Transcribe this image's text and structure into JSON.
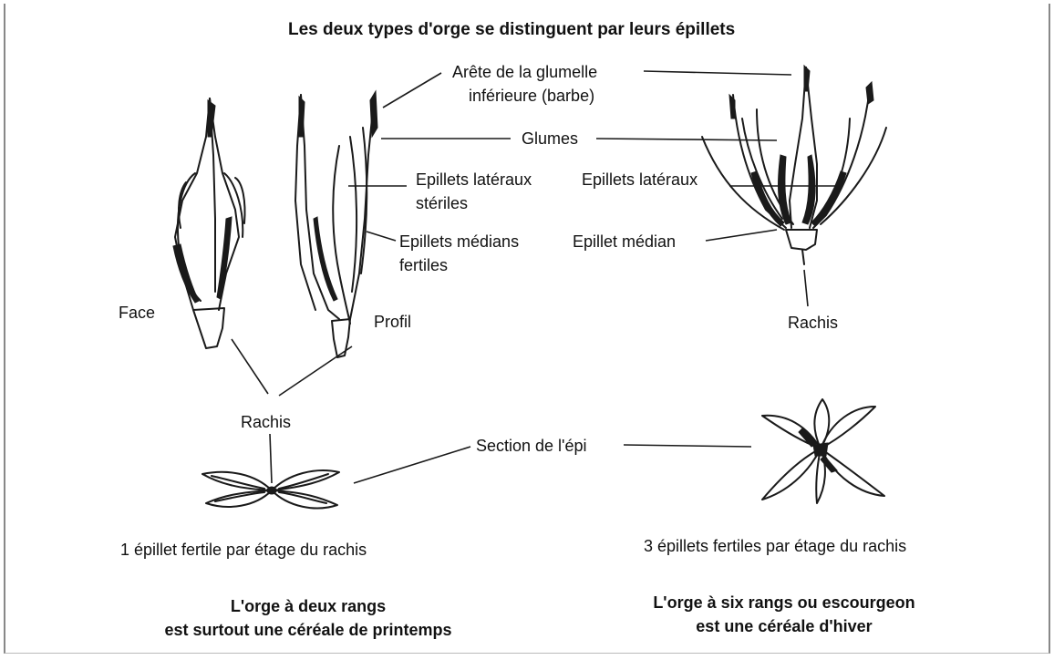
{
  "title": "Les deux types d'orge se distinguent par leurs épillets",
  "labels": {
    "arete_line1": "Arête de la glumelle",
    "arete_line2": "inférieure (barbe)",
    "glumes": "Glumes",
    "epillets_lateraux_steriles_line1": "Epillets latéraux",
    "epillets_lateraux_steriles_line2": "stériles",
    "epillets_medians_line1": "Epillets médians",
    "epillets_medians_line2": "fertiles",
    "epillets_lateraux": "Epillets latéraux",
    "epillet_median": "Epillet médian",
    "face": "Face",
    "profil": "Profil",
    "rachis_left": "Rachis",
    "rachis_right": "Rachis",
    "section_epi": "Section de l'épi"
  },
  "captions": {
    "left_count": "1 épillet fertile par étage du rachis",
    "right_count": "3 épillets fertiles par étage du rachis",
    "left_type_line1": "L'orge à deux rangs",
    "left_type_line2": "est surtout une céréale de printemps",
    "right_type_line1": "L'orge à six rangs ou escourgeon",
    "right_type_line2": "est une céréale d'hiver"
  }
}
